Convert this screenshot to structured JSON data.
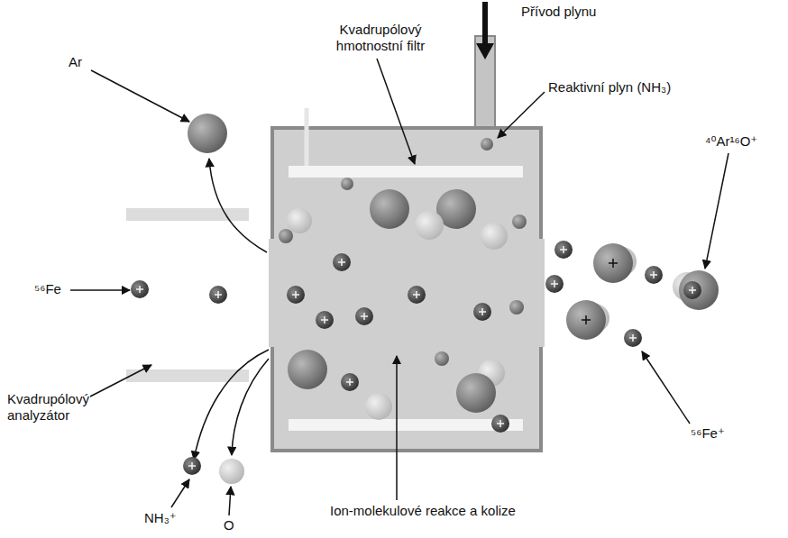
{
  "diagram": {
    "labels": [
      "Přívod plynu",
      "Kvadrupólový hmotnostní filtr",
      "Ar",
      "Reaktivní plyn (NH₃)",
      "⁴⁰Ar¹⁶O⁺",
      "⁵⁶Fe",
      "Kvadrupólový analyzátor",
      "⁵⁶Fe⁺",
      "Ion-molekulové reakce a kolize",
      "NH₃⁺",
      "O"
    ]
  }
}
